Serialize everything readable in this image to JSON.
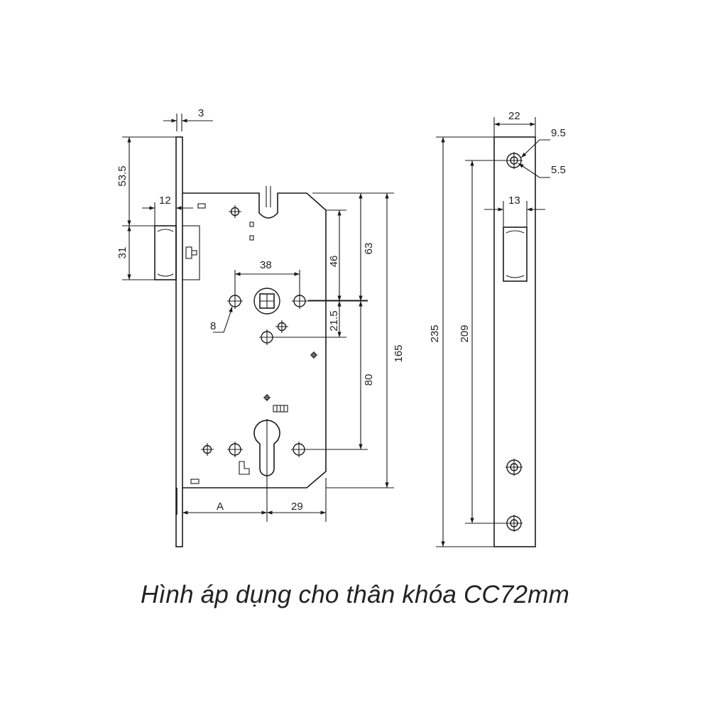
{
  "caption": "Hình áp dụng cho thân khóa CC72mm",
  "dimensions": {
    "faceplate_thickness": "3",
    "top_to_latch": "53.5",
    "latch_offset": "12",
    "latch_height": "31",
    "handle_hole_spacing": "38",
    "screw_hole_diameter": "8",
    "top_to_spindle": "46",
    "spindle_offset": "21.5",
    "spindle_to_cylinder_top": "63",
    "spindle_to_cylinder": "80",
    "case_height": "165",
    "backset": "A",
    "cylinder_to_edge": "29",
    "faceplate_width": "22",
    "screw_head_diameter": "9.5",
    "screw_hole_small": "5.5",
    "latch_slot_width": "13",
    "faceplate_height": "235",
    "screw_spacing": "209"
  },
  "colors": {
    "line": "#1a1a1a",
    "text": "#222222",
    "background": "#ffffff"
  }
}
